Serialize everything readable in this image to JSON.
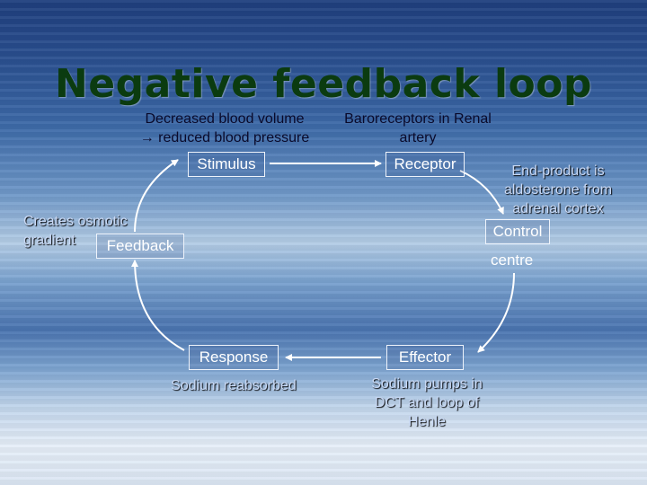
{
  "title": "Negative feedback loop",
  "stimulus_note": {
    "line1": "Decreased blood volume",
    "line2": "→ reduced blood pressure"
  },
  "receptor_note": {
    "line1": "Baroreceptors in Renal",
    "line2": "artery"
  },
  "control_note": {
    "line1": "End-product is",
    "line2": "aldosterone from",
    "line3": "adrenal cortex"
  },
  "feedback_note": {
    "line1": "Creates osmotic",
    "line2": "gradient"
  },
  "response_note": "Sodium reabsorbed",
  "effector_note": {
    "line1": "Sodium pumps in",
    "line2": "DCT and loop of",
    "line3": "Henle"
  },
  "nodes": {
    "stimulus": "Stimulus",
    "receptor": "Receptor",
    "control_line1": "Control",
    "control_line2": "centre",
    "effector": "Effector",
    "response": "Response",
    "feedback": "Feedback"
  },
  "colors": {
    "title": "#0b3b10",
    "box_border": "#eef3fb",
    "arrow": "#ffffff"
  }
}
